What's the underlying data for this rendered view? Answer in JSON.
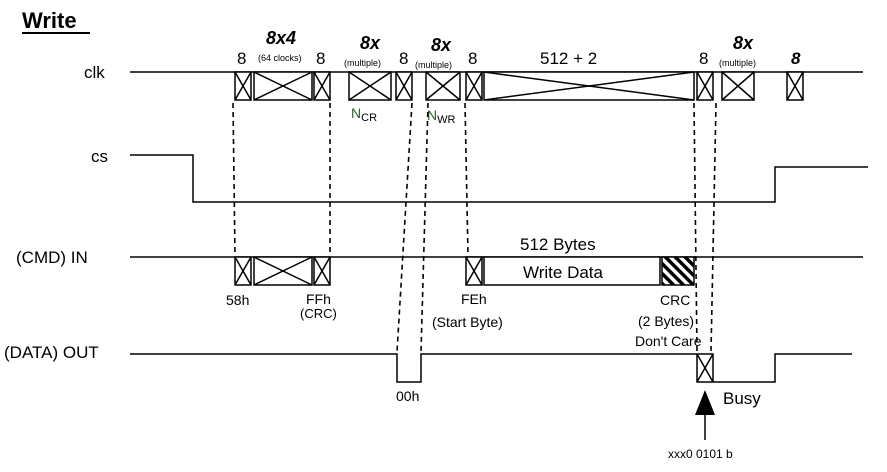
{
  "title": "Write",
  "signals": {
    "clk": "clk",
    "cs": "cs",
    "cmd_in": "(CMD) IN",
    "data_out": "(DATA) OUT"
  },
  "clk_labels": {
    "b1": "8",
    "g1_count": "8x4",
    "g1_note": "(64  clocks)",
    "b2": "8",
    "g2_count": "8x",
    "g2_note": "(multiple)",
    "b3": "8",
    "g3_count": "8x",
    "g3_note": "(multiple)",
    "b4": "8",
    "data_len": "512  +  2",
    "b5": "8",
    "g4_count": "8x",
    "g4_note": "(multiple)",
    "b6": "8"
  },
  "timing": {
    "ncr_main": "N",
    "ncr_sub": "CR",
    "nwr_main": "N",
    "nwr_sub": "WR"
  },
  "cmd_labels": {
    "cmd_index": "58h",
    "crc": "FFh",
    "crc_note": "(CRC)",
    "start_token": "FEh",
    "start_note": "(Start Byte)",
    "bytes": "512  Bytes",
    "write_data": "Write Data",
    "data_crc": "CRC",
    "data_crc_note": "(2 Bytes)",
    "dont_care": "Don't Care"
  },
  "out_labels": {
    "response": "00h",
    "busy": "Busy",
    "data_response": "xxx0 0101 b"
  }
}
